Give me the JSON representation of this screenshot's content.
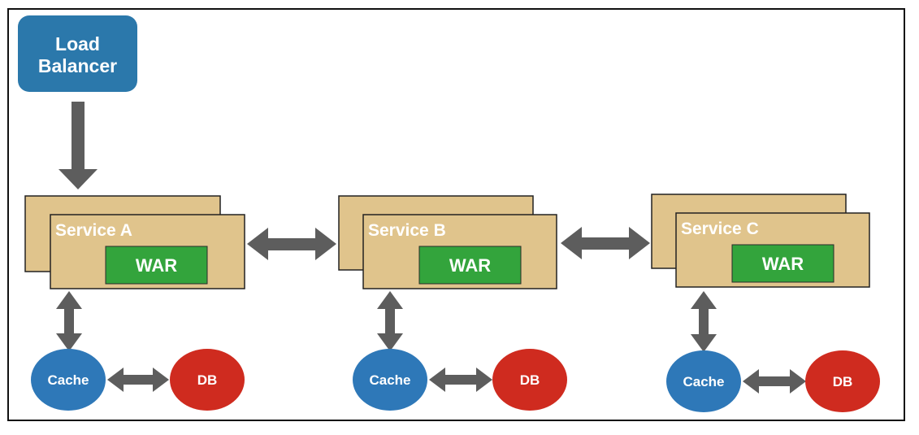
{
  "load_balancer": {
    "label_line1": "Load",
    "label_line2": "Balancer"
  },
  "services": [
    {
      "name": "Service A",
      "artifact": "WAR",
      "cache": "Cache",
      "db": "DB"
    },
    {
      "name": "Service B",
      "artifact": "WAR",
      "cache": "Cache",
      "db": "DB"
    },
    {
      "name": "Service C",
      "artifact": "WAR",
      "cache": "Cache",
      "db": "DB"
    }
  ],
  "colors": {
    "load_balancer": "#2b78ab",
    "service_box": "#e0c48c",
    "war_box": "#33a43c",
    "cache": "#2e78b8",
    "db": "#cf2b1f",
    "arrow": "#5d5d5d"
  }
}
